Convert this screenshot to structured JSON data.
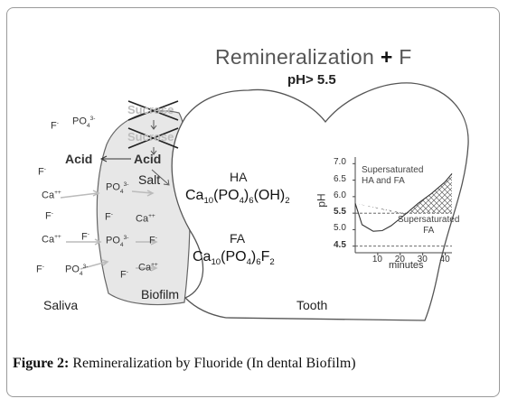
{
  "diagram": {
    "title_main": "Remineralization",
    "title_plus": "+",
    "title_f": "F",
    "ph_condition": "pH> 5.5",
    "left_ions": {
      "f1": "F",
      "po4_1": "PO",
      "f2": "F",
      "ca1": "Ca",
      "f3": "F",
      "ca2": "Ca",
      "f4": "F",
      "f5": "F",
      "po4_2": "PO"
    },
    "biofilm_ions": {
      "po4_1": "PO",
      "f1": "F",
      "ca1": "Ca",
      "po4_2": "PO",
      "f2": "F",
      "ca2": "Ca",
      "f3": "F"
    },
    "sucrose_top": "Sucrose",
    "sucrose_mid": "Sucrose",
    "acid_left": "Acid",
    "acid_right": "Acid",
    "salt": "Salt",
    "ha_label": "HA",
    "fa_label": "FA",
    "ha_formula": {
      "ca": "Ca",
      "ca_sub": "10",
      "po4": "(PO",
      "po4_sub": "4",
      "close": ")",
      "close_sub": "6",
      "oh": "(OH)",
      "oh_sub": "2"
    },
    "fa_formula": {
      "ca": "Ca",
      "ca_sub": "10",
      "po4": "(PO",
      "po4_sub": "4",
      "close": ")",
      "close_sub": "6",
      "f": "F",
      "f_sub": "2"
    },
    "region_saliva": "Saliva",
    "region_biofilm": "Biofilm",
    "region_tooth": "Tooth"
  },
  "chart_data": {
    "type": "line",
    "ylabel": "pH",
    "xlabel": "minutes",
    "x_ticks": [
      "10",
      "20",
      "30",
      "40"
    ],
    "y_ticks": [
      "7.0",
      "6.5",
      "6.0",
      "5.5",
      "5.0",
      "4.5"
    ],
    "ylim": [
      4.3,
      7.2
    ],
    "xlim": [
      0,
      43
    ],
    "reference_lines": [
      5.5,
      4.5
    ],
    "series": [
      {
        "x": [
          0,
          3,
          8,
          12,
          16,
          22,
          28,
          34,
          40,
          43
        ],
        "y": [
          5.8,
          5.15,
          4.95,
          4.97,
          5.12,
          5.45,
          5.8,
          6.1,
          6.45,
          6.7
        ]
      }
    ],
    "annotations": {
      "upper": "Supersaturated",
      "upper2": "HA and FA",
      "lower": "Supersaturated",
      "lower2": "FA"
    }
  },
  "caption": {
    "label": "Figure 2:",
    "text": " Remineralization by Fluoride (In dental Biofilm)"
  }
}
